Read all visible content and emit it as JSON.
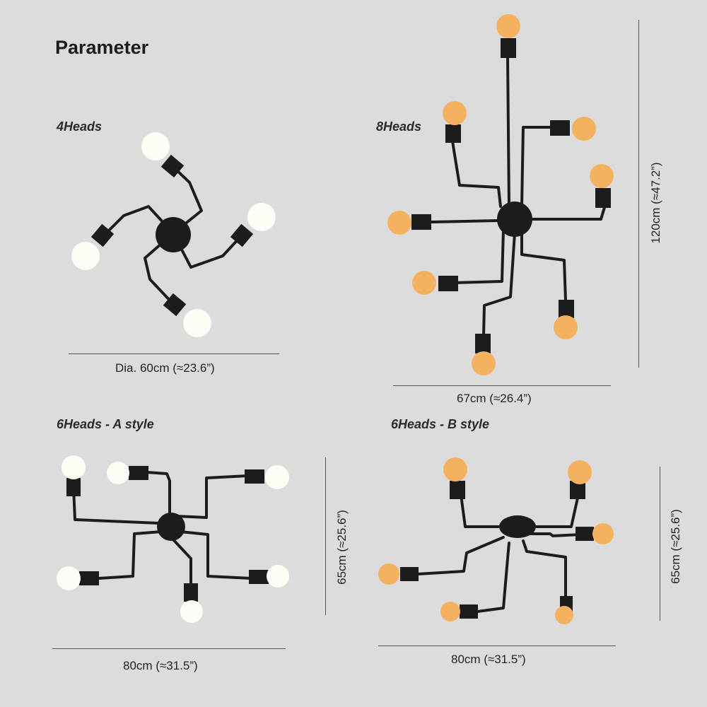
{
  "heading": "Parameter",
  "variants": {
    "four": {
      "label": "4Heads",
      "width": "Dia. 60cm (≈23.6”)"
    },
    "eight": {
      "label": "8Heads",
      "width": "67cm (≈26.4”)",
      "height": "120cm (≈47.2”)"
    },
    "six_a": {
      "label": "6Heads - A style",
      "width": "80cm (≈31.5”)",
      "height": "65cm (≈25.6”)"
    },
    "six_b": {
      "label": "6Heads - B style",
      "width": "80cm (≈31.5”)",
      "height": "65cm (≈25.6”)"
    }
  },
  "colors": {
    "bulb_white": "#fdfdf6",
    "bulb_amber": "#f4b260",
    "fixture": "#1c1c1c"
  }
}
